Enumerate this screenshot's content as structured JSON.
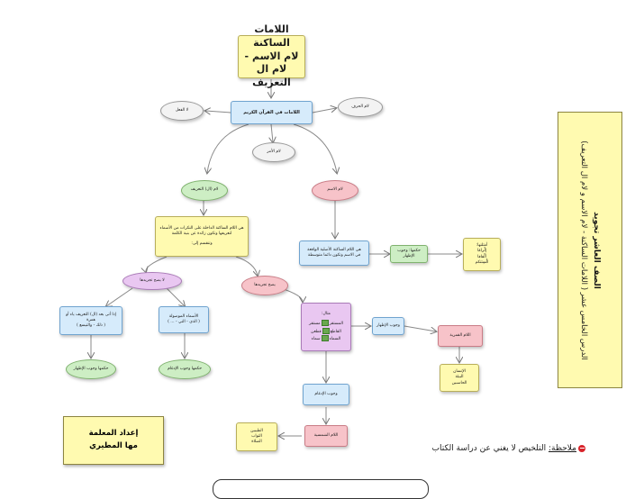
{
  "title_lines": [
    "اللامات الساكنة",
    "لام الاسم - لام ال",
    "التعريف"
  ],
  "nodes": {
    "main": "اللامات في القرآن الكريم",
    "lam_fil": "لا الفعل",
    "lam_harf": "لام الحرف",
    "lam_amr": "لام الأمر",
    "lam_al": "لام (ال) التعريف",
    "lam_ism": "لام الاسم",
    "def_al_lines": [
      "هي اللام الساكنة الداخلة على النكرات من الأسماء",
      "لتعريفها وتكون زائدة عن بنية الكلمة"
    ],
    "divide": "وتنقسم إلى:",
    "def_ism_lines": [
      "هي اللام الساكنة الأصلية الواقعة",
      "في الاسم وتكون دائما متوسطة"
    ],
    "hukm_izhar": "حكمها: وجوب الإظهار",
    "examples_ism_title": "أمثلتها:",
    "examples_ism": [
      "إلْزامًا",
      "ألْفافا",
      "الْسِنَتكم"
    ],
    "no_strip": "لا يصح تجريدها",
    "can_strip": "يصح تجريدها",
    "case_hamza_lines": [
      "إذا أتى بعد (ال) التعريف ياء أو",
      "همزة",
      "( ذلك - والتيسع )"
    ],
    "case_mawsul_lines": [
      "الأسماء الموصولة",
      "( الذي - التي - ... )"
    ],
    "hukm1": "حكمها وجوب الإظهار",
    "hukm2": "حكمها وجوب الإدغام",
    "mithal_title": "مثال:",
    "mithal_rows": [
      "المستقر",
      "القاطع",
      "السماء"
    ],
    "mithal_side": [
      "مستقر",
      "قطعن",
      "سماء"
    ],
    "wujub_izhar": "وجوب الإظهار",
    "lam_qamariya": "اللام القمرية",
    "qamari_examples": [
      "الإنسان",
      "البيئة",
      "الحاسبين"
    ],
    "wujub_idgham": "وجوب الإدغام",
    "lam_shamsiya": "اللام الشمسية",
    "shamsi_examples": [
      "الطيبين",
      "الثواب",
      "الصلاة"
    ]
  },
  "side_panel": {
    "line1": "الصف العاشر تجويد",
    "line2": "الدرس الخامس عشر ( اللامات الساكنة - لام الاسم و لام ال التعريف)"
  },
  "teacher_box": {
    "line1": "إعداد المعلمة",
    "line2": "مها المطيري"
  },
  "note": {
    "label": "ملاحظة:",
    "text": "التلخيص لا يغني عن دراسة الكتاب"
  },
  "colors": {
    "yellow": "#fffab0",
    "blue": "#d6ebfb",
    "pink": "#f7c3c9",
    "grey": "#f3f3f3",
    "green": "#cdeec4",
    "lavender": "#e9c7f1",
    "note_icon": "#d8232a"
  }
}
